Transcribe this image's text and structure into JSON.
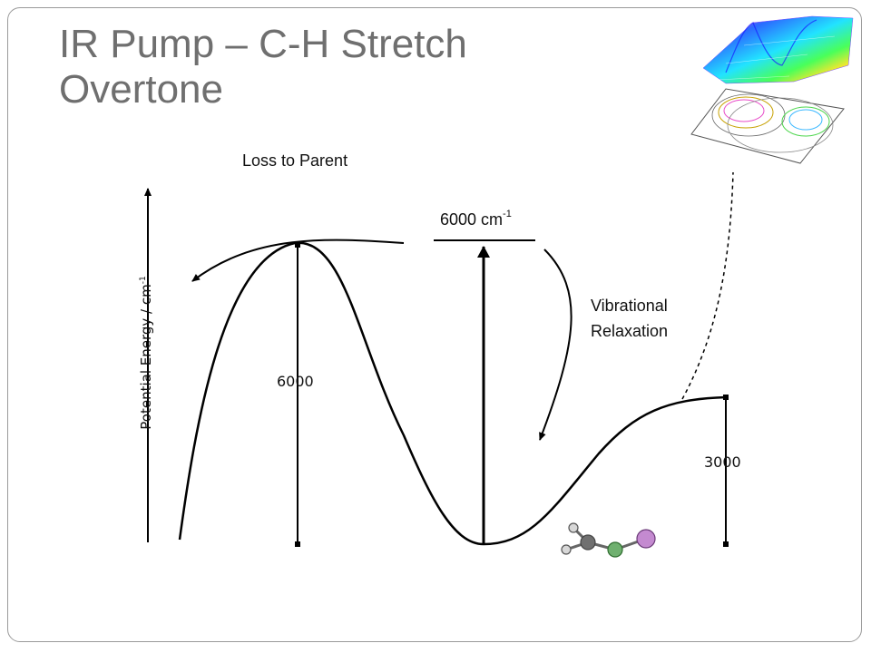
{
  "slide": {
    "title": "IR Pump – C-H Stretch Overtone"
  },
  "diagram": {
    "y_axis_label": "Potential Energy / cm",
    "y_axis_label_exponent": "-1",
    "loss_label": "Loss to Parent",
    "excitation_energy": "6000 cm",
    "excitation_energy_exponent": "-1",
    "relaxation_label_line1": "Vibrational",
    "relaxation_label_line2": "Relaxation",
    "barrier_value": "6000",
    "product_value": "3000",
    "colors": {
      "curve": "#000000",
      "title": "#6f6f6f",
      "frame": "#9a9a9a",
      "molecule_carbon": "#707070",
      "molecule_green": "#6fb06f",
      "molecule_purple": "#c48ad0"
    },
    "icons": [
      "potential-energy-surface-3d-icon",
      "contour-map-icon",
      "molecule-icon"
    ]
  }
}
